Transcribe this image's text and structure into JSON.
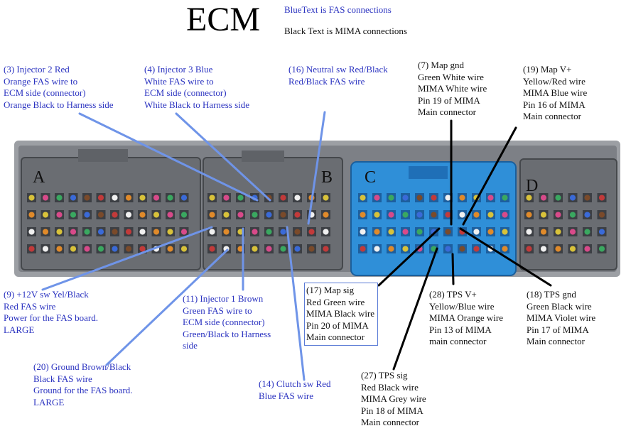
{
  "title": "ECM",
  "legend": {
    "blue_line": "BlueText is FAS connections",
    "black_line": "Black Text is MIMA connections"
  },
  "banks": {
    "a": "A",
    "b": "B",
    "c": "C",
    "d": "D"
  },
  "annotations": {
    "inj2": [
      "(3)  Injector 2 Red",
      "Orange FAS wire to",
      "ECM side (connector)",
      "Orange Black to Harness side"
    ],
    "inj3": [
      "(4)  Injector 3 Blue",
      "White FAS wire to",
      "ECM side (connector)",
      "White Black to Harness side"
    ],
    "neutral": [
      "(16)  Neutral sw Red/Black",
      "Red/Black FAS wire"
    ],
    "mapgnd": [
      "(7)  Map gnd",
      "Green White wire",
      "MIMA White wire",
      "Pin 19 of MIMA",
      "Main connector"
    ],
    "mapv": [
      "(19)  Map V+",
      "Yellow/Red wire",
      "MIMA Blue wire",
      "Pin 16 of MIMA",
      "Main connector"
    ],
    "pw12": [
      "(9)  +12V sw Yel/Black",
      "Red FAS  wire",
      "Power for the FAS board.",
      "LARGE"
    ],
    "inj1": [
      "(11)  Injector 1 Brown",
      "Green FAS  wire to",
      "ECM side (connector)",
      "Green/Black to Harness",
      "side"
    ],
    "mapsig": [
      "(17)   Map sig",
      "Red Green  wire",
      "MIMA Black wire",
      "Pin 20 of MIMA",
      "Main connector"
    ],
    "tpsv": [
      "(28)  TPS V+",
      "Yellow/Blue wire",
      "MIMA Orange wire",
      "Pin 13 of MIMA",
      "main connector"
    ],
    "tpsgnd": [
      "(18)  TPS gnd",
      "Green Black wire",
      "MIMA Violet wire",
      "Pin 17 of MIMA",
      "Main connector"
    ],
    "ground": [
      "(20)  Ground Brown/Black",
      "Black  FAS  wire",
      "Ground for the FAS board.",
      "LARGE"
    ],
    "clutch": [
      "(14)  Clutch sw Red",
      "Blue FAS  wire"
    ],
    "tpssig": [
      "(27)  TPS sig",
      "Red Black wire",
      "MIMA Grey wire",
      "Pin 18 of MIMA",
      "Main connector"
    ]
  },
  "colors": {
    "fas_text": "#2a32c0",
    "mima_text": "#111111",
    "fas_leader": "#6f94e8",
    "mima_leader": "#000000",
    "connector_gray": "#8a8d92",
    "connector_blue": "#2f8fd8"
  }
}
